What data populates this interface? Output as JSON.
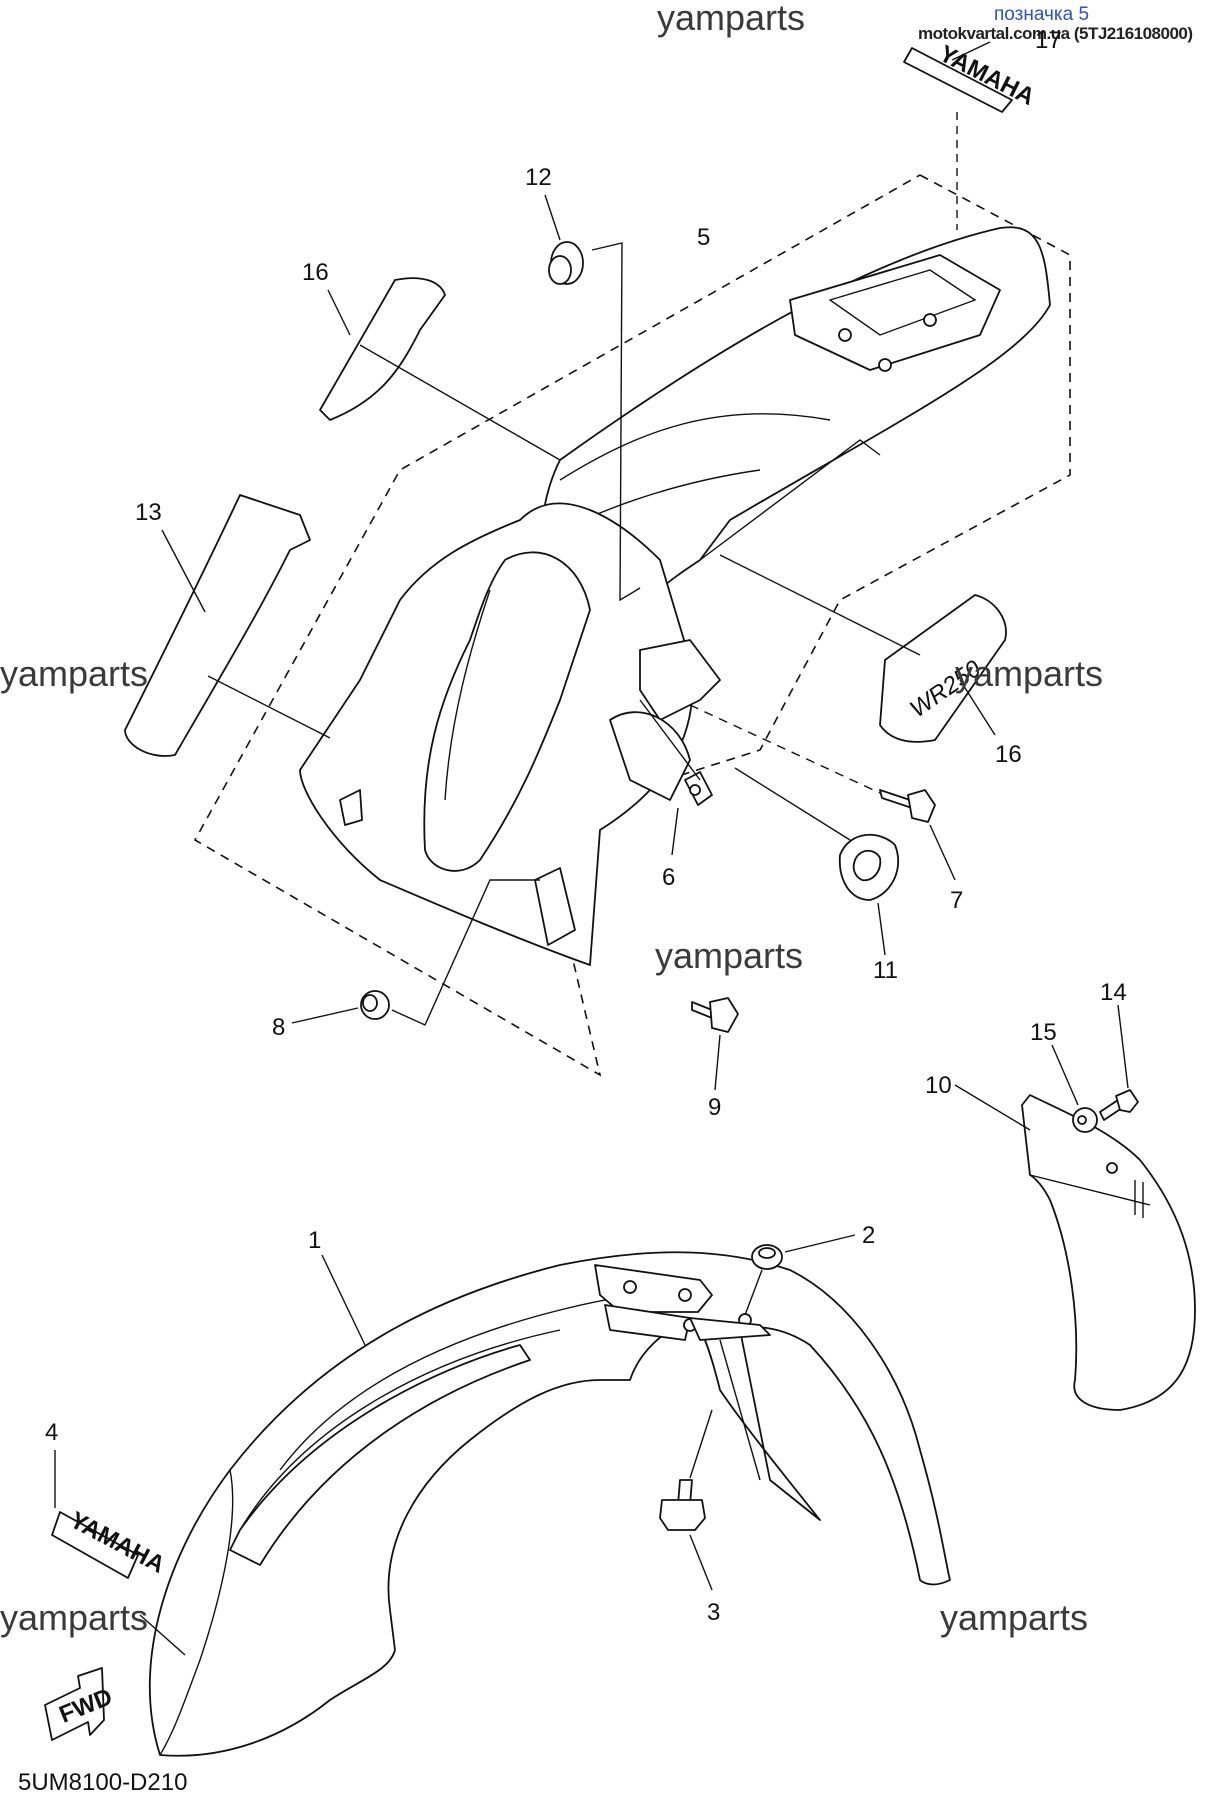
{
  "note": {
    "label": "позначка 5",
    "ref": "motokvartal.com.ua (5TJ216108000)"
  },
  "watermark": "yamparts",
  "diagram_code": "5UM8100-D210",
  "callouts": {
    "c1": "1",
    "c2": "2",
    "c3": "3",
    "c4": "4",
    "c5": "5",
    "c6": "6",
    "c7": "7",
    "c8": "8",
    "c9": "9",
    "c10": "10",
    "c11": "11",
    "c12": "12",
    "c13": "13",
    "c14": "14",
    "c15": "15",
    "c16a": "16",
    "c16b": "16",
    "c17": "17"
  },
  "decals": {
    "yamaha": "YAMAHA",
    "fwd": "FWD",
    "model": "WR250"
  }
}
